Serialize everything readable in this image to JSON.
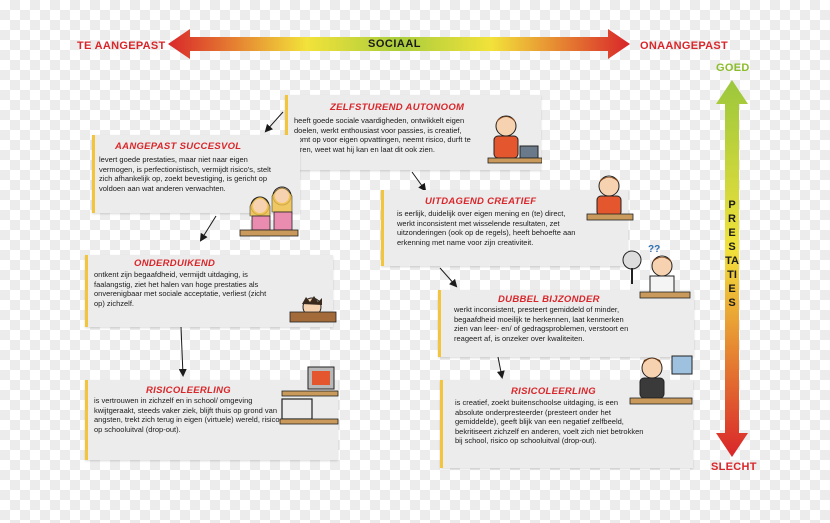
{
  "colors": {
    "red": "#d9262a",
    "yellow": "#f2e23a",
    "green": "#9bc73c",
    "card": "#ececec",
    "accent_bar": "#f2c53d",
    "title_red": "#d9262a"
  },
  "horizontal_axis": {
    "left_label": "TE AANGEPAST",
    "center_label": "SOCIAAL",
    "right_label": "ONAANGEPAST"
  },
  "vertical_axis": {
    "top_label": "GOED",
    "center_label": "PRESTATIES",
    "bottom_label": "SLECHT"
  },
  "cards": [
    {
      "id": "zelfsturend-autonoom",
      "title": "ZELFSTUREND AUTONOOM",
      "text": "heeft goede sociale vaardigheden, ontwikkelt eigen doelen, werkt enthousiast voor passies, is creatief, komt op voor eigen opvattingen, neemt risico, durft te leren, weet wat hij kan en laat dit ook zien.",
      "icon": "student-laptop-icon"
    },
    {
      "id": "aangepast-succesvol",
      "title": "AANGEPAST SUCCESVOL",
      "text": "levert goede prestaties, maar niet naar eigen vermogen, is perfectionistisch, vermijdt risico's, stelt zich afhankelijk op, zoekt bevestiging, is gericht op voldoen aan wat anderen verwachten.",
      "icon": "two-girls-icon"
    },
    {
      "id": "uitdagend-creatief",
      "title": "UITDAGEND CREATIEF",
      "text": "is eerlijk, duidelijk over eigen mening en (te) direct, werkt inconsistent met wisselende resultaten, zet uitzonderingen (ook op de regels), heeft behoefte aan erkenning met name voor zijn creativiteit.",
      "icon": "student-book-icon"
    },
    {
      "id": "onderduikend",
      "title": "ONDERDUIKEND",
      "text": "ontkent zijn begaafdheid, vermijdt uitdaging, is faalangstig, ziet het halen van hoge prestaties als onverenigbaar met sociale acceptatie, verliest (zicht op) zichzelf.",
      "icon": "hiding-student-icon"
    },
    {
      "id": "dubbel-bijzonder",
      "title": "DUBBEL BIJZONDER",
      "text": "werkt inconsistent, presteert gemiddeld of minder, begaafdheid moeilijk te herkennen, laat kenmerken zien van leer- en/ of gedragsproblemen, verstoort en reageert af, is onzeker over kwaliteiten.",
      "icon": "confused-student-icon"
    },
    {
      "id": "risicoleerling-left",
      "title": "RISICOLEERLING",
      "text": "is vertrouwen in zichzelf en in school/ omgeving kwijtgeraakt, steeds vaker ziek, blijft thuis op grond van angsten, trekt zich terug in eigen (virtuele) wereld, risico op schooluitval (drop-out).",
      "icon": "empty-desk-icon"
    },
    {
      "id": "risicoleerling-right",
      "title": "RISICOLEERLING",
      "text": "is creatief, zoekt buitenschoolse uitdaging, is een absolute onderpresteerder (presteert onder het gemiddelde), geeft blijk van een negatief zelfbeeld, bekritiseert zichzelf en anderen, voelt zich niet betrokken bij school, risico op schooluitval (drop-out).",
      "icon": "student-computer-icon"
    }
  ]
}
